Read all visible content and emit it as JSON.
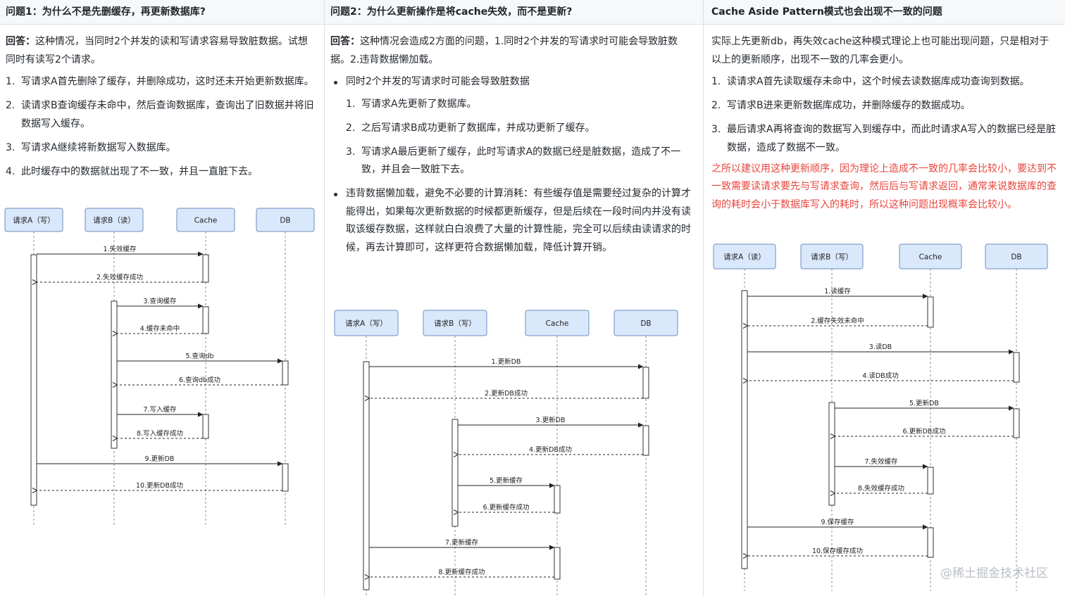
{
  "colors": {
    "participant_fill": "#dae8fc",
    "participant_stroke": "#6c8ebf",
    "arrow": "#222222",
    "red_note": "#e8453c"
  },
  "col1": {
    "title": "问题1：为什么不是先删缓存，再更新数据库?",
    "answer_label": "回答：",
    "answer_text": "这种情况，当同时2个并发的读和写请求容易导致脏数据。试想同时有读写2个请求。",
    "steps": [
      {
        "num": "1.",
        "text": "写请求A首先删除了缓存，并删除成功，这时还未开始更新数据库。"
      },
      {
        "num": "2.",
        "text": "读请求B查询缓存未命中，然后查询数据库，查询出了旧数据并将旧数据写入缓存。"
      },
      {
        "num": "3.",
        "text": "写请求A继续将新数据写入数据库。"
      },
      {
        "num": "4.",
        "text": "此时缓存中的数据就出现了不一致，并且一直脏下去。"
      }
    ],
    "diagram": {
      "participants": [
        "请求A（写）",
        "请求B（读）",
        "Cache",
        "DB"
      ],
      "messages": [
        {
          "label": "1.失效缓存",
          "from": 0,
          "to": 2,
          "type": "call"
        },
        {
          "label": "2.失效缓存成功",
          "from": 2,
          "to": 0,
          "type": "return"
        },
        {
          "label": "3.查询缓存",
          "from": 1,
          "to": 2,
          "type": "call"
        },
        {
          "label": "4.缓存未命中",
          "from": 2,
          "to": 1,
          "type": "return"
        },
        {
          "label": "5.查询db",
          "from": 1,
          "to": 3,
          "type": "call"
        },
        {
          "label": "6.查询db成功",
          "from": 3,
          "to": 1,
          "type": "return"
        },
        {
          "label": "7.写入缓存",
          "from": 1,
          "to": 2,
          "type": "call"
        },
        {
          "label": "8.写入缓存成功",
          "from": 2,
          "to": 1,
          "type": "return"
        },
        {
          "label": "9.更新DB",
          "from": 0,
          "to": 3,
          "type": "call"
        },
        {
          "label": "10.更新DB成功",
          "from": 3,
          "to": 0,
          "type": "return"
        }
      ]
    }
  },
  "col2": {
    "title": "问题2：为什么更新操作是将cache失效，而不是更新?",
    "answer_label": "回答：",
    "answer_text": "这种情况会造成2方面的问题，1.同时2个并发的写请求时可能会导致脏数据。2.违背数据懒加载。",
    "bullet1": "同时2个并发的写请求时可能会导致脏数据",
    "steps": [
      {
        "num": "1.",
        "text": "写请求A先更新了数据库。"
      },
      {
        "num": "2.",
        "text": "之后写请求B成功更新了数据库，并成功更新了缓存。"
      },
      {
        "num": "3.",
        "text": "写请求A最后更新了缓存，此时写请求A的数据已经是脏数据，造成了不一致，并且会一致脏下去。"
      }
    ],
    "bullet2": "违背数据懒加载，避免不必要的计算消耗：有些缓存值是需要经过复杂的计算才能得出，如果每次更新数据的时候都更新缓存，但是后续在一段时间内并没有读取该缓存数据，这样就白白浪费了大量的计算性能，完全可以后续由读请求的时候，再去计算即可，这样更符合数据懒加载，降低计算开销。",
    "diagram": {
      "participants": [
        "请求A（写）",
        "请求B（写）",
        "Cache",
        "DB"
      ],
      "messages": [
        {
          "label": "1.更新DB",
          "from": 0,
          "to": 3,
          "type": "call"
        },
        {
          "label": "2.更新DB成功",
          "from": 3,
          "to": 0,
          "type": "return"
        },
        {
          "label": "3.更新DB",
          "from": 1,
          "to": 3,
          "type": "call"
        },
        {
          "label": "4.更新DB成功",
          "from": 3,
          "to": 1,
          "type": "return"
        },
        {
          "label": "5.更新缓存",
          "from": 1,
          "to": 2,
          "type": "call"
        },
        {
          "label": "6.更新缓存成功",
          "from": 2,
          "to": 1,
          "type": "return"
        },
        {
          "label": "7.更新缓存",
          "from": 0,
          "to": 2,
          "type": "call"
        },
        {
          "label": "8.更新缓存成功",
          "from": 2,
          "to": 0,
          "type": "return"
        }
      ]
    }
  },
  "col3": {
    "title": "Cache Aside Pattern模式也会出现不一致的问题",
    "intro": "实际上先更新db，再失效cache这种模式理论上也可能出现问题，只是相对于以上的更新顺序，出现不一致的几率会更小。",
    "steps": [
      {
        "num": "1.",
        "text": "读请求A首先读取缓存未命中，这个时候去读数据库成功查询到数据。"
      },
      {
        "num": "2.",
        "text": "写请求B进来更新数据库成功，并删除缓存的数据成功。"
      },
      {
        "num": "3.",
        "text": "最后请求A再将查询的数据写入到缓存中，而此时请求A写入的数据已经是脏数据，造成了数据不一致。"
      }
    ],
    "red_note": "之所以建议用这种更新顺序，因为理论上造成不一致的几率会比较小，要达到不一致需要读请求要先与写请求查询，然后后与写请求返回，通常来说数据库的查询的耗时会小于数据库写入的耗时，所以这种问题出现概率会比较小。",
    "diagram": {
      "participants": [
        "请求A（读）",
        "请求B（写）",
        "Cache",
        "DB"
      ],
      "messages": [
        {
          "label": "1.读缓存",
          "from": 0,
          "to": 2,
          "type": "call"
        },
        {
          "label": "2.缓存失效未命中",
          "from": 2,
          "to": 0,
          "type": "return"
        },
        {
          "label": "3.读DB",
          "from": 0,
          "to": 3,
          "type": "call"
        },
        {
          "label": "4.读DB成功",
          "from": 3,
          "to": 0,
          "type": "return"
        },
        {
          "label": "5.更新DB",
          "from": 1,
          "to": 3,
          "type": "call"
        },
        {
          "label": "6.更新DB成功",
          "from": 3,
          "to": 1,
          "type": "return"
        },
        {
          "label": "7.失效缓存",
          "from": 1,
          "to": 2,
          "type": "call"
        },
        {
          "label": "8.失效缓存成功",
          "from": 2,
          "to": 1,
          "type": "return"
        },
        {
          "label": "9.保存缓存",
          "from": 0,
          "to": 2,
          "type": "call"
        },
        {
          "label": "10.保存缓存成功",
          "from": 2,
          "to": 0,
          "type": "return"
        }
      ]
    }
  },
  "watermark": "@稀土掘金技术社区"
}
